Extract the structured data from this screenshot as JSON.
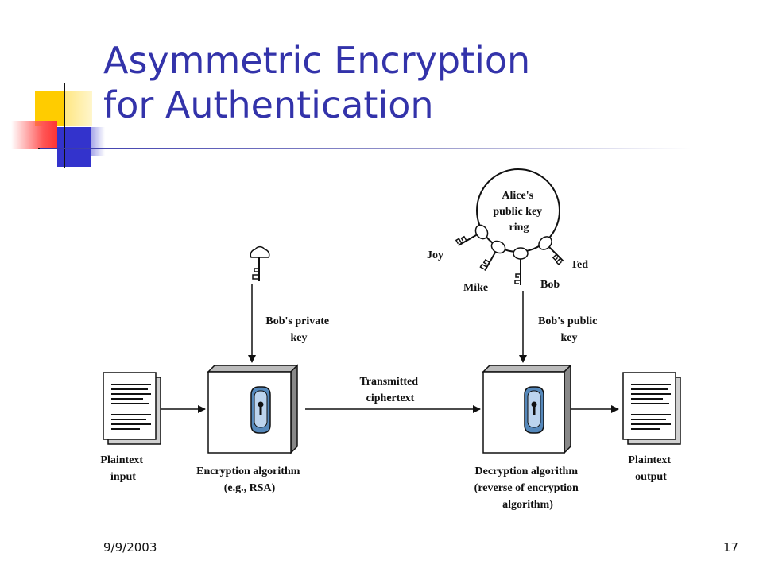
{
  "slide": {
    "title_line1": "Asymmetric Encryption",
    "title_line2": "for Authentication",
    "footer_date": "9/9/2003",
    "footer_page": "17",
    "accent_colors": {
      "title": "#3333aa",
      "yellow": "#ffcc00",
      "red": "#ff3333",
      "blue": "#3333cc"
    }
  },
  "diagram": {
    "plaintext_input": [
      "Plaintext",
      "input"
    ],
    "encryption_algorithm": [
      "Encryption algorithm",
      "(e.g., RSA)"
    ],
    "bobs_private_key": [
      "Bob's private",
      "key"
    ],
    "transmitted_ciphertext": [
      "Transmitted",
      "ciphertext"
    ],
    "decryption_algorithm": [
      "Decryption algorithm",
      "(reverse of encryption",
      "algorithm)"
    ],
    "bobs_public_key": [
      "Bob's public",
      "key"
    ],
    "plaintext_output": [
      "Plaintext",
      "output"
    ],
    "key_ring": {
      "label": [
        "Alice's",
        "public key",
        "ring"
      ],
      "keys": [
        "Joy",
        "Mike",
        "Bob",
        "Ted"
      ]
    }
  }
}
